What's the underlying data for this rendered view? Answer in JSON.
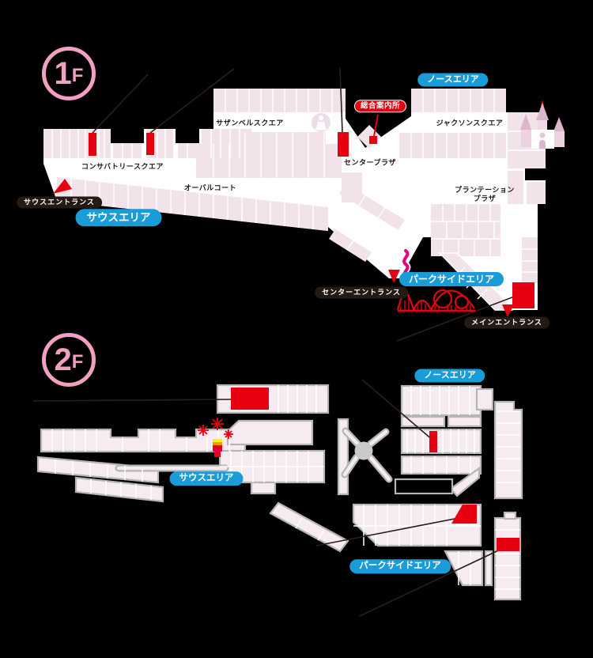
{
  "colors": {
    "background": "#000000",
    "highlight_red": "#e60012",
    "area_label_blue": "#1a9cd8",
    "entrance_label_black": "#241a14",
    "info_label_red": "#e60012",
    "floor_badge_pink": "#f19fc3",
    "map_pink_floor1": "#f2e3ea",
    "map_pink_floor2": "#f6ebf1",
    "map_outline_gray_floor2": "#b5b5b6",
    "escalator_magenta": "#e4007f"
  },
  "floor1": {
    "badge": {
      "digit": "1",
      "suffix": "F"
    },
    "area_labels": {
      "north": "ノースエリア",
      "south": "サウスエリア",
      "parkside": "パークサイドエリア"
    },
    "info_center_label": "総合案内所",
    "entrance_labels": {
      "south": "サウスエントランス",
      "center": "センターエントランス",
      "main": "メインエントランス"
    },
    "place_names": {
      "conservatory_square": "コンサバトリースクエア",
      "southern_bell_square": "サザンベルスクエア",
      "jackson_square": "ジャクソンスクエア",
      "center_plaza": "センタープラザ",
      "oval_court": "オーバルコート",
      "plantation_plaza_line1": "プランテーション",
      "plantation_plaza_line2": "プラザ"
    },
    "icons": [
      "information-counter-icon",
      "church-castle-icon",
      "rollercoaster-icon",
      "escalator-curve-icon",
      "entrance-arrow-icon"
    ]
  },
  "floor2": {
    "badge": {
      "digit": "2",
      "suffix": "F"
    },
    "area_labels": {
      "north": "ノースエリア",
      "south": "サウスエリア",
      "parkside": "パークサイドエリア"
    },
    "icons": [
      "fireworks-icon"
    ]
  }
}
